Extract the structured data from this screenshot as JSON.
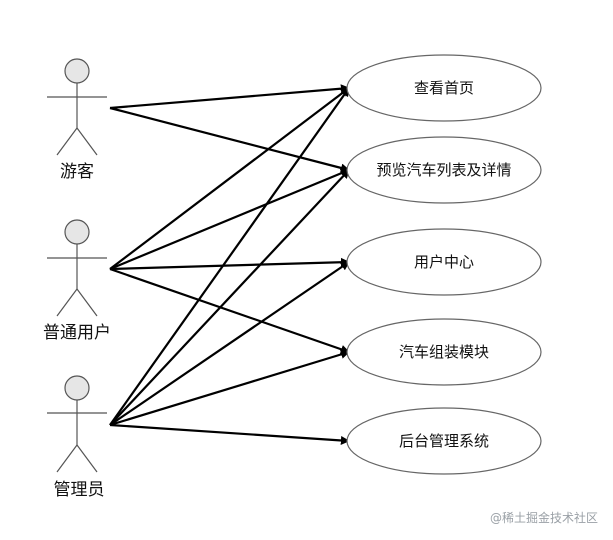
{
  "actors": [
    {
      "id": "guest",
      "label": "游客"
    },
    {
      "id": "user",
      "label": "普通用户"
    },
    {
      "id": "admin",
      "label": "管理员"
    }
  ],
  "use_cases": [
    {
      "id": "home",
      "label": "查看首页"
    },
    {
      "id": "cars",
      "label": "预览汽车列表及详情"
    },
    {
      "id": "center",
      "label": "用户中心"
    },
    {
      "id": "assembly",
      "label": "汽车组装模块"
    },
    {
      "id": "backend",
      "label": "后台管理系统"
    }
  ],
  "associations": [
    {
      "from": "guest",
      "to": "home"
    },
    {
      "from": "guest",
      "to": "cars"
    },
    {
      "from": "user",
      "to": "home"
    },
    {
      "from": "user",
      "to": "cars"
    },
    {
      "from": "user",
      "to": "center"
    },
    {
      "from": "user",
      "to": "assembly"
    },
    {
      "from": "admin",
      "to": "home"
    },
    {
      "from": "admin",
      "to": "cars"
    },
    {
      "from": "admin",
      "to": "center"
    },
    {
      "from": "admin",
      "to": "assembly"
    },
    {
      "from": "admin",
      "to": "backend"
    }
  ],
  "colors": {
    "actor_fill": "#e6e6e6",
    "stroke": "#555555",
    "arrow": "#000000",
    "ellipse_stroke": "#666666"
  },
  "watermark": "@稀土掘金技术社区"
}
